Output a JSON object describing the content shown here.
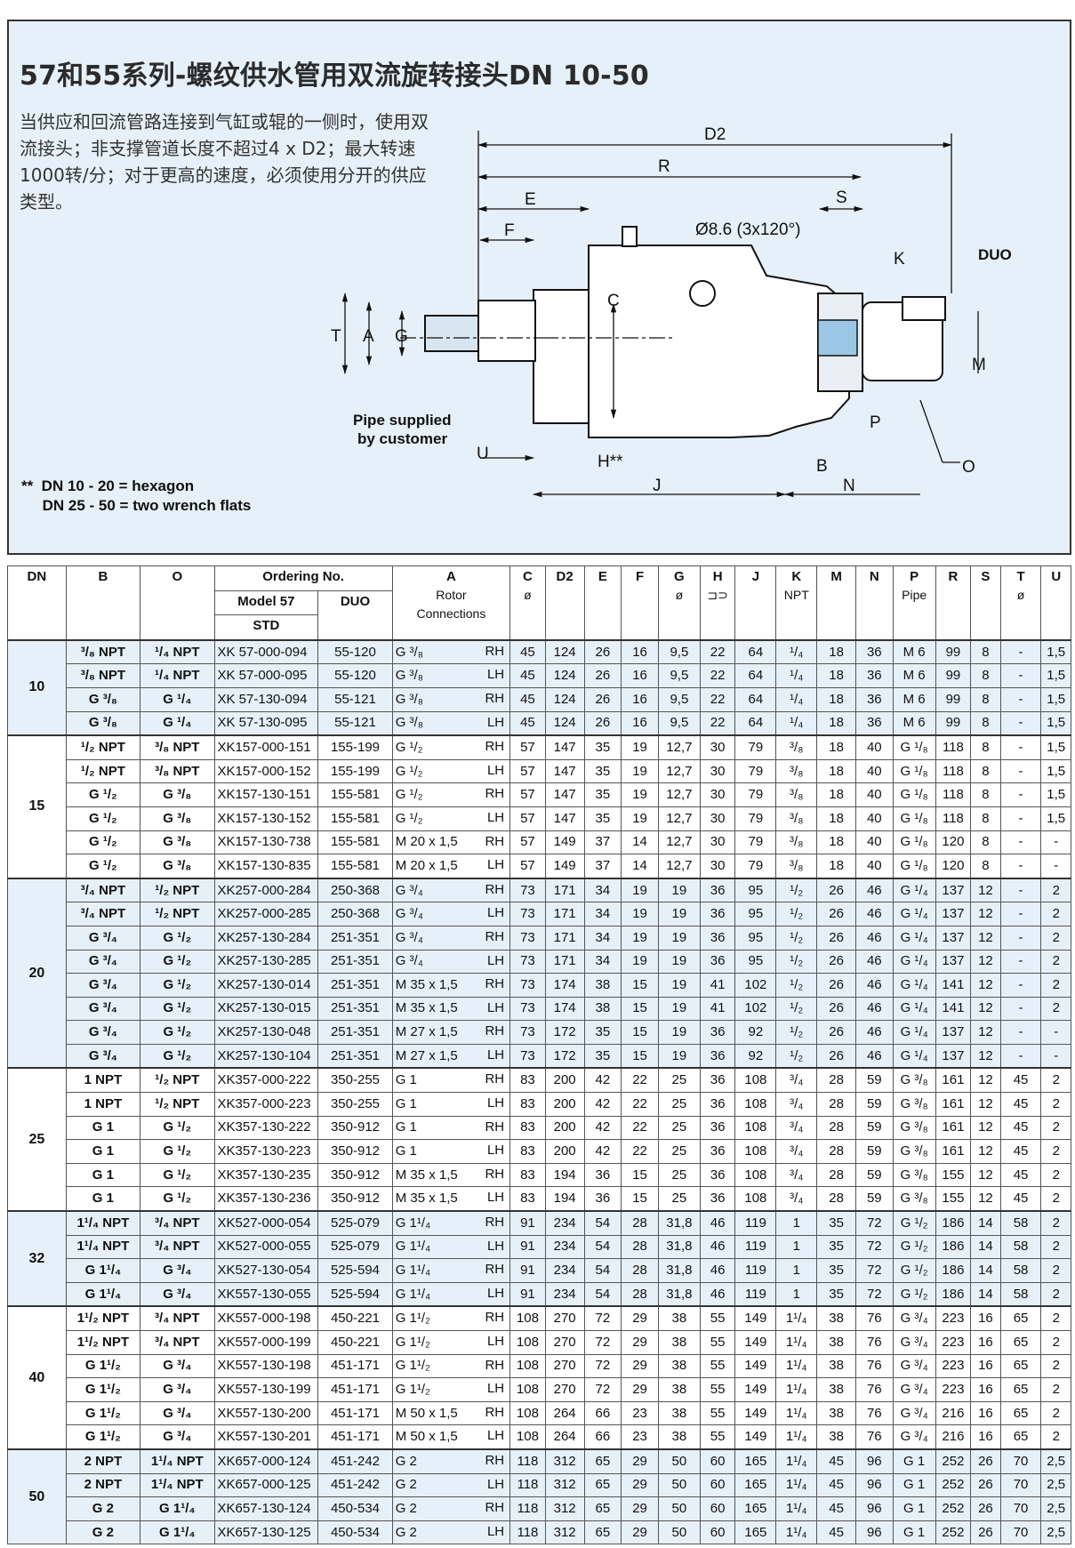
{
  "title": "57和55系列-螺纹供水管用双流旋转接头DN 10-50",
  "description": "当供应和回流管路连接到气缸或辊的一侧时，使用双流接头；非支撑管道长度不超过4 x D2；最大转速1000转/分；对于更高的速度，必须使用分开的供应类型。",
  "diagram": {
    "labels": {
      "D2": "D2",
      "R": "R",
      "E": "E",
      "S": "S",
      "F": "F",
      "hole": "Ø8.6 (3x120°)",
      "K": "K",
      "DUO": "DUO",
      "C": "C",
      "T": "T",
      "A": "A",
      "G": "G",
      "M": "M",
      "P": "P",
      "pipe1": "Pipe supplied",
      "pipe2": "by customer",
      "U": "U",
      "H": "H**",
      "B": "B",
      "J": "J",
      "N": "N",
      "O": "O"
    }
  },
  "note": {
    "line1": "**  DN 10 - 20 = hexagon",
    "line2": "     DN 25 - 50 = two wrench flats"
  },
  "table": {
    "headers": {
      "DN": "DN",
      "B": "B",
      "O": "O",
      "ordering": "Ordering No.",
      "model57": "Model 57",
      "std": "STD",
      "duo": "DUO",
      "A": "A",
      "rotor": "Rotor",
      "connections": "Connections",
      "C": "C",
      "D2": "D2",
      "E": "E",
      "F": "F",
      "G": "G",
      "H": "H",
      "J": "J",
      "K": "K",
      "M": "M",
      "N": "N",
      "P": "P",
      "R": "R",
      "S": "S",
      "T": "T",
      "U": "U",
      "phi": "ø",
      "npt": "NPT",
      "pipe": "Pipe"
    },
    "groups": [
      {
        "dn": "10",
        "rows": [
          [
            "³/₈ NPT",
            "¹/₄ NPT",
            "XK 57-000-094",
            "55-120",
            "G ³/₈",
            "RH",
            "45",
            "124",
            "26",
            "16",
            "9,5",
            "22",
            "64",
            "¹/₄",
            "18",
            "36",
            "M 6",
            "99",
            "8",
            "-",
            "1,5"
          ],
          [
            "³/₈ NPT",
            "¹/₄ NPT",
            "XK 57-000-095",
            "55-120",
            "G ³/₈",
            "LH",
            "45",
            "124",
            "26",
            "16",
            "9,5",
            "22",
            "64",
            "¹/₄",
            "18",
            "36",
            "M 6",
            "99",
            "8",
            "-",
            "1,5"
          ],
          [
            "G ³/₈",
            "G ¹/₄",
            "XK 57-130-094",
            "55-121",
            "G ³/₈",
            "RH",
            "45",
            "124",
            "26",
            "16",
            "9,5",
            "22",
            "64",
            "¹/₄",
            "18",
            "36",
            "M 6",
            "99",
            "8",
            "-",
            "1,5"
          ],
          [
            "G ³/₈",
            "G ¹/₄",
            "XK 57-130-095",
            "55-121",
            "G ³/₈",
            "LH",
            "45",
            "124",
            "26",
            "16",
            "9,5",
            "22",
            "64",
            "¹/₄",
            "18",
            "36",
            "M 6",
            "99",
            "8",
            "-",
            "1,5"
          ]
        ]
      },
      {
        "dn": "15",
        "rows": [
          [
            "¹/₂ NPT",
            "³/₈ NPT",
            "XK157-000-151",
            "155-199",
            "G ¹/₂",
            "RH",
            "57",
            "147",
            "35",
            "19",
            "12,7",
            "30",
            "79",
            "³/₈",
            "18",
            "40",
            "G ¹/₈",
            "118",
            "8",
            "-",
            "1,5"
          ],
          [
            "¹/₂ NPT",
            "³/₈ NPT",
            "XK157-000-152",
            "155-199",
            "G ¹/₂",
            "LH",
            "57",
            "147",
            "35",
            "19",
            "12,7",
            "30",
            "79",
            "³/₈",
            "18",
            "40",
            "G ¹/₈",
            "118",
            "8",
            "-",
            "1,5"
          ],
          [
            "G ¹/₂",
            "G ³/₈",
            "XK157-130-151",
            "155-581",
            "G ¹/₂",
            "RH",
            "57",
            "147",
            "35",
            "19",
            "12,7",
            "30",
            "79",
            "³/₈",
            "18",
            "40",
            "G ¹/₈",
            "118",
            "8",
            "-",
            "1,5"
          ],
          [
            "G ¹/₂",
            "G ³/₈",
            "XK157-130-152",
            "155-581",
            "G ¹/₂",
            "LH",
            "57",
            "147",
            "35",
            "19",
            "12,7",
            "30",
            "79",
            "³/₈",
            "18",
            "40",
            "G ¹/₈",
            "118",
            "8",
            "-",
            "1,5"
          ],
          [
            "G ¹/₂",
            "G ³/₈",
            "XK157-130-738",
            "155-581",
            "M 20 x 1,5",
            "RH",
            "57",
            "149",
            "37",
            "14",
            "12,7",
            "30",
            "79",
            "³/₈",
            "18",
            "40",
            "G ¹/₈",
            "120",
            "8",
            "-",
            "-"
          ],
          [
            "G ¹/₂",
            "G ³/₈",
            "XK157-130-835",
            "155-581",
            "M 20 x 1,5",
            "LH",
            "57",
            "149",
            "37",
            "14",
            "12,7",
            "30",
            "79",
            "³/₈",
            "18",
            "40",
            "G ¹/₈",
            "120",
            "8",
            "-",
            "-"
          ]
        ]
      },
      {
        "dn": "20",
        "rows": [
          [
            "³/₄ NPT",
            "¹/₂ NPT",
            "XK257-000-284",
            "250-368",
            "G ³/₄",
            "RH",
            "73",
            "171",
            "34",
            "19",
            "19",
            "36",
            "95",
            "¹/₂",
            "26",
            "46",
            "G ¹/₄",
            "137",
            "12",
            "-",
            "2"
          ],
          [
            "³/₄ NPT",
            "¹/₂ NPT",
            "XK257-000-285",
            "250-368",
            "G ³/₄",
            "LH",
            "73",
            "171",
            "34",
            "19",
            "19",
            "36",
            "95",
            "¹/₂",
            "26",
            "46",
            "G ¹/₄",
            "137",
            "12",
            "-",
            "2"
          ],
          [
            "G ³/₄",
            "G ¹/₂",
            "XK257-130-284",
            "251-351",
            "G ³/₄",
            "RH",
            "73",
            "171",
            "34",
            "19",
            "19",
            "36",
            "95",
            "¹/₂",
            "26",
            "46",
            "G ¹/₄",
            "137",
            "12",
            "-",
            "2"
          ],
          [
            "G ³/₄",
            "G ¹/₂",
            "XK257-130-285",
            "251-351",
            "G ³/₄",
            "LH",
            "73",
            "171",
            "34",
            "19",
            "19",
            "36",
            "95",
            "¹/₂",
            "26",
            "46",
            "G ¹/₄",
            "137",
            "12",
            "-",
            "2"
          ],
          [
            "G ³/₄",
            "G ¹/₂",
            "XK257-130-014",
            "251-351",
            "M 35 x 1,5",
            "RH",
            "73",
            "174",
            "38",
            "15",
            "19",
            "41",
            "102",
            "¹/₂",
            "26",
            "46",
            "G ¹/₄",
            "141",
            "12",
            "-",
            "2"
          ],
          [
            "G ³/₄",
            "G ¹/₂",
            "XK257-130-015",
            "251-351",
            "M 35 x 1,5",
            "LH",
            "73",
            "174",
            "38",
            "15",
            "19",
            "41",
            "102",
            "¹/₂",
            "26",
            "46",
            "G ¹/₄",
            "141",
            "12",
            "-",
            "2"
          ],
          [
            "G ³/₄",
            "G ¹/₂",
            "XK257-130-048",
            "251-351",
            "M 27 x 1,5",
            "RH",
            "73",
            "172",
            "35",
            "15",
            "19",
            "36",
            "92",
            "¹/₂",
            "26",
            "46",
            "G ¹/₄",
            "137",
            "12",
            "-",
            "-"
          ],
          [
            "G ³/₄",
            "G ¹/₂",
            "XK257-130-104",
            "251-351",
            "M 27 x 1,5",
            "LH",
            "73",
            "172",
            "35",
            "15",
            "19",
            "36",
            "92",
            "¹/₂",
            "26",
            "46",
            "G ¹/₄",
            "137",
            "12",
            "-",
            "-"
          ]
        ]
      },
      {
        "dn": "25",
        "rows": [
          [
            "1 NPT",
            "¹/₂ NPT",
            "XK357-000-222",
            "350-255",
            "G 1",
            "RH",
            "83",
            "200",
            "42",
            "22",
            "25",
            "36",
            "108",
            "³/₄",
            "28",
            "59",
            "G ³/₈",
            "161",
            "12",
            "45",
            "2"
          ],
          [
            "1 NPT",
            "¹/₂ NPT",
            "XK357-000-223",
            "350-255",
            "G 1",
            "LH",
            "83",
            "200",
            "42",
            "22",
            "25",
            "36",
            "108",
            "³/₄",
            "28",
            "59",
            "G ³/₈",
            "161",
            "12",
            "45",
            "2"
          ],
          [
            "G 1",
            "G ¹/₂",
            "XK357-130-222",
            "350-912",
            "G 1",
            "RH",
            "83",
            "200",
            "42",
            "22",
            "25",
            "36",
            "108",
            "³/₄",
            "28",
            "59",
            "G ³/₈",
            "161",
            "12",
            "45",
            "2"
          ],
          [
            "G 1",
            "G ¹/₂",
            "XK357-130-223",
            "350-912",
            "G 1",
            "LH",
            "83",
            "200",
            "42",
            "22",
            "25",
            "36",
            "108",
            "³/₄",
            "28",
            "59",
            "G ³/₈",
            "161",
            "12",
            "45",
            "2"
          ],
          [
            "G 1",
            "G ¹/₂",
            "XK357-130-235",
            "350-912",
            "M 35 x 1,5",
            "RH",
            "83",
            "194",
            "36",
            "15",
            "25",
            "36",
            "108",
            "³/₄",
            "28",
            "59",
            "G ³/₈",
            "155",
            "12",
            "45",
            "2"
          ],
          [
            "G 1",
            "G ¹/₂",
            "XK357-130-236",
            "350-912",
            "M 35 x 1,5",
            "LH",
            "83",
            "194",
            "36",
            "15",
            "25",
            "36",
            "108",
            "³/₄",
            "28",
            "59",
            "G ³/₈",
            "155",
            "12",
            "45",
            "2"
          ]
        ]
      },
      {
        "dn": "32",
        "rows": [
          [
            "1¹/₄ NPT",
            "³/₄ NPT",
            "XK527-000-054",
            "525-079",
            "G 1¹/₄",
            "RH",
            "91",
            "234",
            "54",
            "28",
            "31,8",
            "46",
            "119",
            "1",
            "35",
            "72",
            "G ¹/₂",
            "186",
            "14",
            "58",
            "2"
          ],
          [
            "1¹/₄ NPT",
            "³/₄ NPT",
            "XK527-000-055",
            "525-079",
            "G 1¹/₄",
            "LH",
            "91",
            "234",
            "54",
            "28",
            "31,8",
            "46",
            "119",
            "1",
            "35",
            "72",
            "G ¹/₂",
            "186",
            "14",
            "58",
            "2"
          ],
          [
            "G 1¹/₄",
            "G ³/₄",
            "XK527-130-054",
            "525-594",
            "G 1¹/₄",
            "RH",
            "91",
            "234",
            "54",
            "28",
            "31,8",
            "46",
            "119",
            "1",
            "35",
            "72",
            "G ¹/₂",
            "186",
            "14",
            "58",
            "2"
          ],
          [
            "G 1¹/₄",
            "G ³/₄",
            "XK557-130-055",
            "525-594",
            "G 1¹/₄",
            "LH",
            "91",
            "234",
            "54",
            "28",
            "31,8",
            "46",
            "119",
            "1",
            "35",
            "72",
            "G ¹/₂",
            "186",
            "14",
            "58",
            "2"
          ]
        ]
      },
      {
        "dn": "40",
        "rows": [
          [
            "1¹/₂ NPT",
            "³/₄ NPT",
            "XK557-000-198",
            "450-221",
            "G 1¹/₂",
            "RH",
            "108",
            "270",
            "72",
            "29",
            "38",
            "55",
            "149",
            "1¹/₄",
            "38",
            "76",
            "G ³/₄",
            "223",
            "16",
            "65",
            "2"
          ],
          [
            "1¹/₂ NPT",
            "³/₄ NPT",
            "XK557-000-199",
            "450-221",
            "G 1¹/₂",
            "LH",
            "108",
            "270",
            "72",
            "29",
            "38",
            "55",
            "149",
            "1¹/₄",
            "38",
            "76",
            "G ³/₄",
            "223",
            "16",
            "65",
            "2"
          ],
          [
            "G 1¹/₂",
            "G ³/₄",
            "XK557-130-198",
            "451-171",
            "G 1¹/₂",
            "RH",
            "108",
            "270",
            "72",
            "29",
            "38",
            "55",
            "149",
            "1¹/₄",
            "38",
            "76",
            "G ³/₄",
            "223",
            "16",
            "65",
            "2"
          ],
          [
            "G 1¹/₂",
            "G ³/₄",
            "XK557-130-199",
            "451-171",
            "G 1¹/₂",
            "LH",
            "108",
            "270",
            "72",
            "29",
            "38",
            "55",
            "149",
            "1¹/₄",
            "38",
            "76",
            "G ³/₄",
            "223",
            "16",
            "65",
            "2"
          ],
          [
            "G 1¹/₂",
            "G ³/₄",
            "XK557-130-200",
            "451-171",
            "M 50 x 1,5",
            "RH",
            "108",
            "264",
            "66",
            "23",
            "38",
            "55",
            "149",
            "1¹/₄",
            "38",
            "76",
            "G ³/₄",
            "216",
            "16",
            "65",
            "2"
          ],
          [
            "G 1¹/₂",
            "G ³/₄",
            "XK557-130-201",
            "451-171",
            "M 50 x 1,5",
            "LH",
            "108",
            "264",
            "66",
            "23",
            "38",
            "55",
            "149",
            "1¹/₄",
            "38",
            "76",
            "G ³/₄",
            "216",
            "16",
            "65",
            "2"
          ]
        ]
      },
      {
        "dn": "50",
        "rows": [
          [
            "2 NPT",
            "1¹/₄ NPT",
            "XK657-000-124",
            "451-242",
            "G 2",
            "RH",
            "118",
            "312",
            "65",
            "29",
            "50",
            "60",
            "165",
            "1¹/₄",
            "45",
            "96",
            "G 1",
            "252",
            "26",
            "70",
            "2,5"
          ],
          [
            "2 NPT",
            "1¹/₄ NPT",
            "XK657-000-125",
            "451-242",
            "G 2",
            "LH",
            "118",
            "312",
            "65",
            "29",
            "50",
            "60",
            "165",
            "1¹/₄",
            "45",
            "96",
            "G 1",
            "252",
            "26",
            "70",
            "2,5"
          ],
          [
            "G 2",
            "G 1¹/₄",
            "XK657-130-124",
            "450-534",
            "G 2",
            "RH",
            "118",
            "312",
            "65",
            "29",
            "50",
            "60",
            "165",
            "1¹/₄",
            "45",
            "96",
            "G 1",
            "252",
            "26",
            "70",
            "2,5"
          ],
          [
            "G 2",
            "G 1¹/₄",
            "XK657-130-125",
            "450-534",
            "G 2",
            "LH",
            "118",
            "312",
            "65",
            "29",
            "50",
            "60",
            "165",
            "1¹/₄",
            "45",
            "96",
            "G 1",
            "252",
            "26",
            "70",
            "2,5"
          ]
        ]
      }
    ]
  }
}
